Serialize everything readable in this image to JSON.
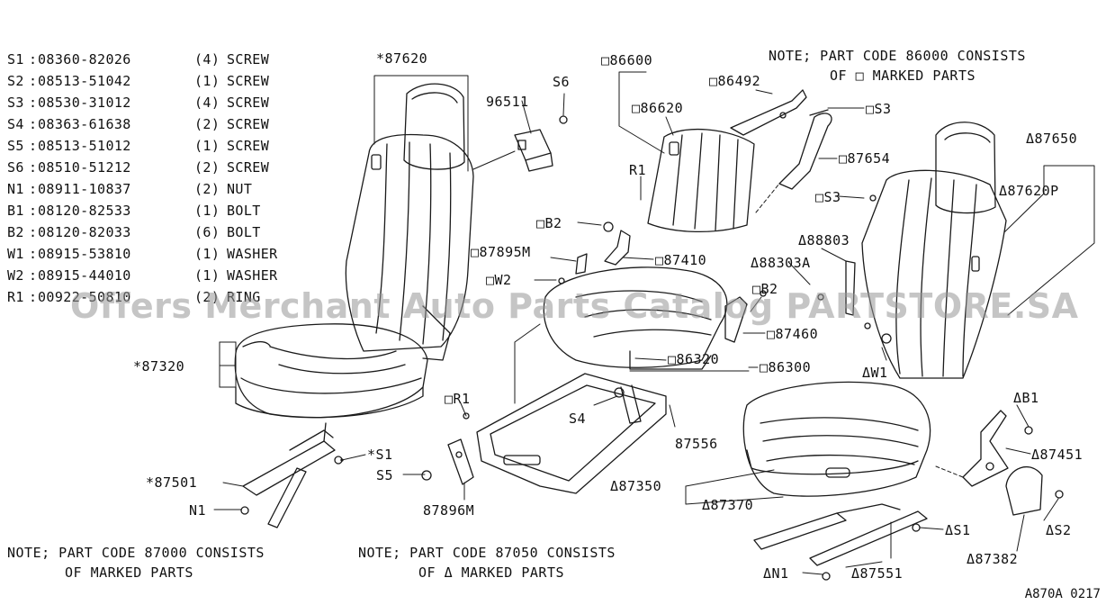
{
  "legend": [
    {
      "code": "S1",
      "part": "08360-82026",
      "qty": "(4)",
      "name": "SCREW"
    },
    {
      "code": "S2",
      "part": "08513-51042",
      "qty": "(1)",
      "name": "SCREW"
    },
    {
      "code": "S3",
      "part": "08530-31012",
      "qty": "(4)",
      "name": "SCREW"
    },
    {
      "code": "S4",
      "part": "08363-61638",
      "qty": "(2)",
      "name": "SCREW"
    },
    {
      "code": "S5",
      "part": "08513-51012",
      "qty": "(1)",
      "name": "SCREW"
    },
    {
      "code": "S6",
      "part": "08510-51212",
      "qty": "(2)",
      "name": "SCREW"
    },
    {
      "code": "N1",
      "part": "08911-10837",
      "qty": "(2)",
      "name": "NUT"
    },
    {
      "code": "B1",
      "part": "08120-82533",
      "qty": "(1)",
      "name": "BOLT"
    },
    {
      "code": "B2",
      "part": "08120-82033",
      "qty": "(6)",
      "name": "BOLT"
    },
    {
      "code": "W1",
      "part": "08915-53810",
      "qty": "(1)",
      "name": "WASHER"
    },
    {
      "code": "W2",
      "part": "08915-44010",
      "qty": "(1)",
      "name": "WASHER"
    },
    {
      "code": "R1",
      "part": "00922-50810",
      "qty": "(2)",
      "name": "RING"
    }
  ],
  "notes": {
    "top_right_1": "NOTE; PART CODE 86000 CONSISTS",
    "top_right_2": "OF □ MARKED PARTS",
    "bottom_left_1": "NOTE; PART CODE 87000 CONSISTS",
    "bottom_left_2": "OF    MARKED PARTS",
    "bottom_mid_1": "NOTE; PART CODE 87050 CONSISTS",
    "bottom_mid_2": "OF Δ MARKED PARTS"
  },
  "labels": {
    "l87620": "*87620",
    "l96511": "96511",
    "lS6": "S6",
    "l86600": "□86600",
    "l86620": "□86620",
    "l86492": "□86492",
    "lS3a": "□S3",
    "l87654": "□87654",
    "lS3b": "□S3",
    "lR1a": "R1",
    "lB2a": "□B2",
    "l87895M": "□87895M",
    "l87410": "□87410",
    "lW2": "□W2",
    "l88803": "Δ88803",
    "l88303A": "Δ88303A",
    "lB2b": "□B2",
    "l87460": "□87460",
    "l86320": "□86320",
    "l86300": "□86300",
    "lW1": "ΔW1",
    "l87650": "Δ87650",
    "l87620P": "Δ87620P",
    "l87320": "*87320",
    "lR1b": "□R1",
    "lS4": "S4",
    "l87556": "87556",
    "lS1a": "*S1",
    "lS5": "S5",
    "l87896M": "87896M",
    "l87501": "*87501",
    "lN1a": "N1",
    "l87350": "Δ87350",
    "l87370": "Δ87370",
    "lB1": "ΔB1",
    "l87451": "Δ87451",
    "lS1b": "ΔS1",
    "lS2": "ΔS2",
    "l87382": "Δ87382",
    "lN1b": "ΔN1",
    "l87551": "Δ87551"
  },
  "watermark": "Offers Merchant Auto Parts Catalog PARTSTORE.SA",
  "diagram_code": "A870A 0217"
}
